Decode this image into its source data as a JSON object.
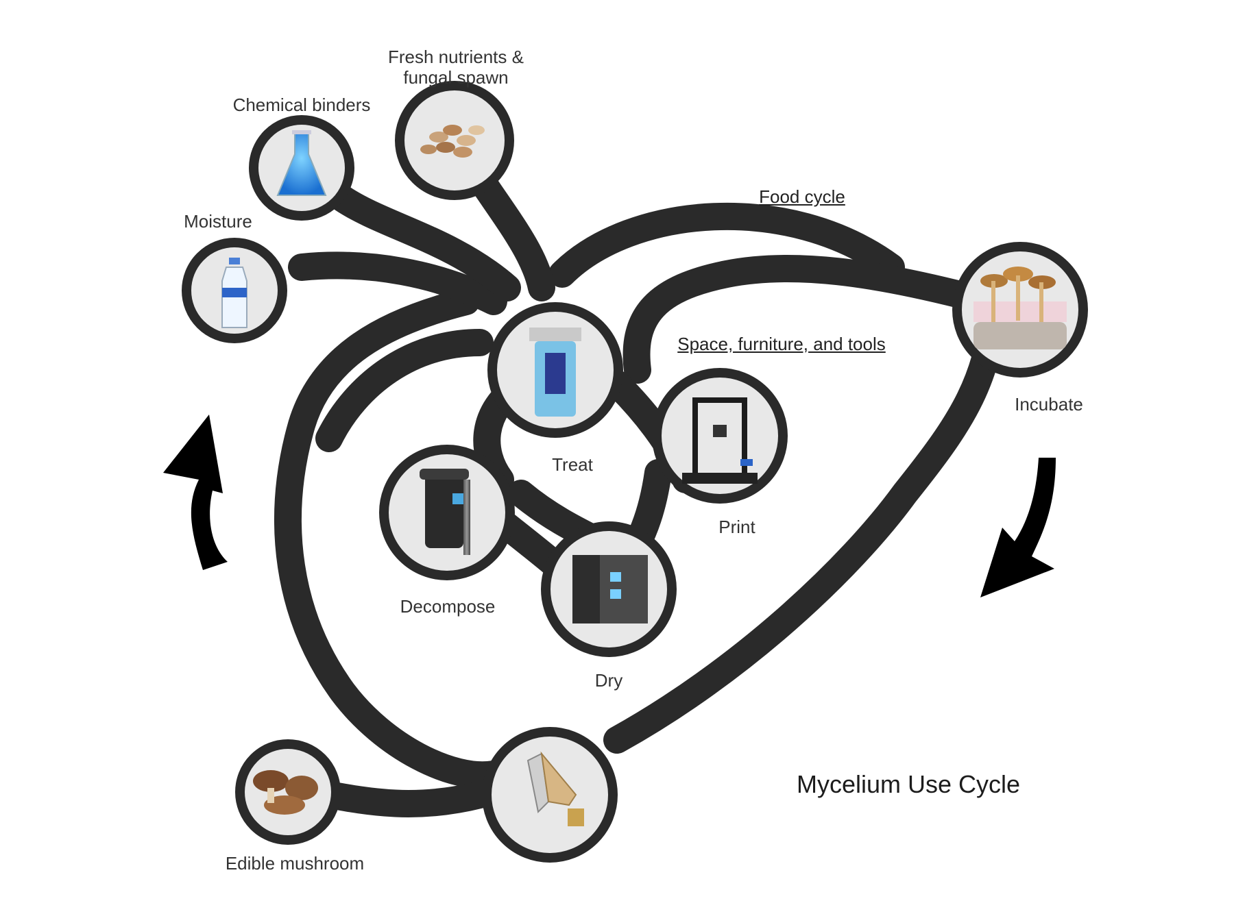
{
  "diagram": {
    "title": "Mycelium Use Cycle",
    "section_labels": {
      "food_cycle": "Food cycle",
      "space_tools": "Space, furniture, and tools"
    },
    "nodes": {
      "fresh_nutrients": "Fresh nutrients &\nfungal spawn",
      "chemical_binders": "Chemical binders",
      "moisture": "Moisture",
      "treat": "Treat",
      "print": "Print",
      "decompose": "Decompose",
      "dry": "Dry",
      "incubate": "Incubate",
      "edible_mushroom": "Edible mushroom"
    },
    "icons": {
      "fresh_nutrients": "grain-spawn-icon",
      "chemical_binders": "flask-icon",
      "moisture": "water-bottle-icon",
      "treat": "treatment-machine-icon",
      "print": "3d-printer-icon",
      "decompose": "grinder-icon",
      "dry": "oven-icon",
      "incubate": "mushroom-culture-icon",
      "harvest": "harvest-knife-icon",
      "edible_mushroom": "mushrooms-icon"
    },
    "colors": {
      "path": "#2a2a2a",
      "node_fill": "#e8e8e8",
      "arrow": "#000000"
    }
  }
}
